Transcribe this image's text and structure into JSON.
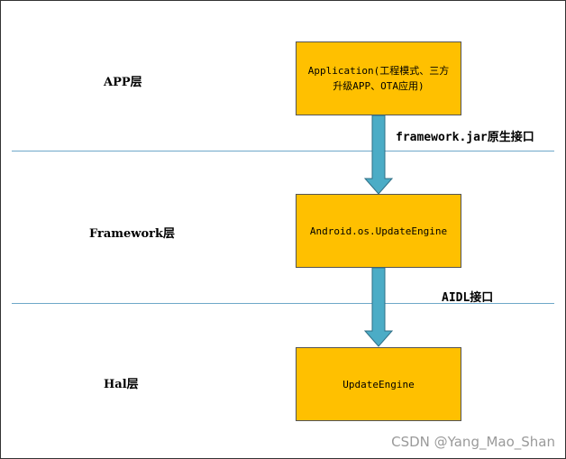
{
  "layers": {
    "app": "APP层",
    "framework": "Framework层",
    "hal": "Hal层"
  },
  "boxes": {
    "application_line1": "Application(工程模式、三方",
    "application_line2": "升级APP、OTA应用)",
    "update_engine_java": "Android.os.UpdateEngine",
    "update_engine_native": "UpdateEngine"
  },
  "connectors": {
    "framework_jar": "framework.jar原生接口",
    "aidl": "AIDL接口"
  },
  "watermark": "CSDN @Yang_Mao_Shan",
  "colors": {
    "box_fill": "#ffc000",
    "arrow_fill": "#4bacc6",
    "divider": "#6fa8c9"
  }
}
